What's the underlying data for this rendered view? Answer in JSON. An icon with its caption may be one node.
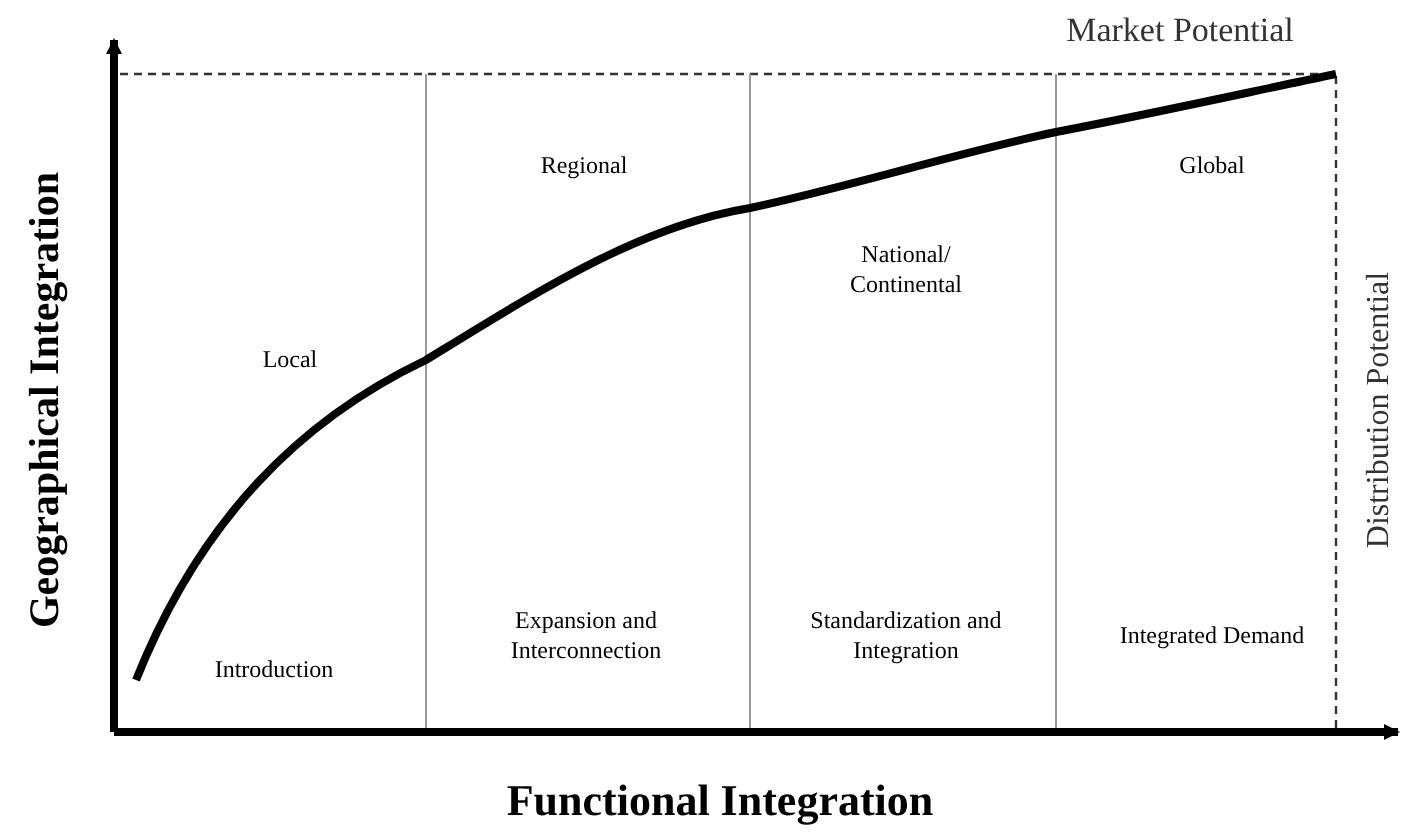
{
  "diagram": {
    "labels": [
      "Market Potential",
      "Geographical Integration",
      "Distribution Potential",
      "Local",
      "Regional",
      "National/ Continental",
      "Global",
      "Introduction",
      "Expansion and Interconnection",
      "Standardization and Integration",
      "Integrated Demand",
      "Functional Integration"
    ]
  }
}
